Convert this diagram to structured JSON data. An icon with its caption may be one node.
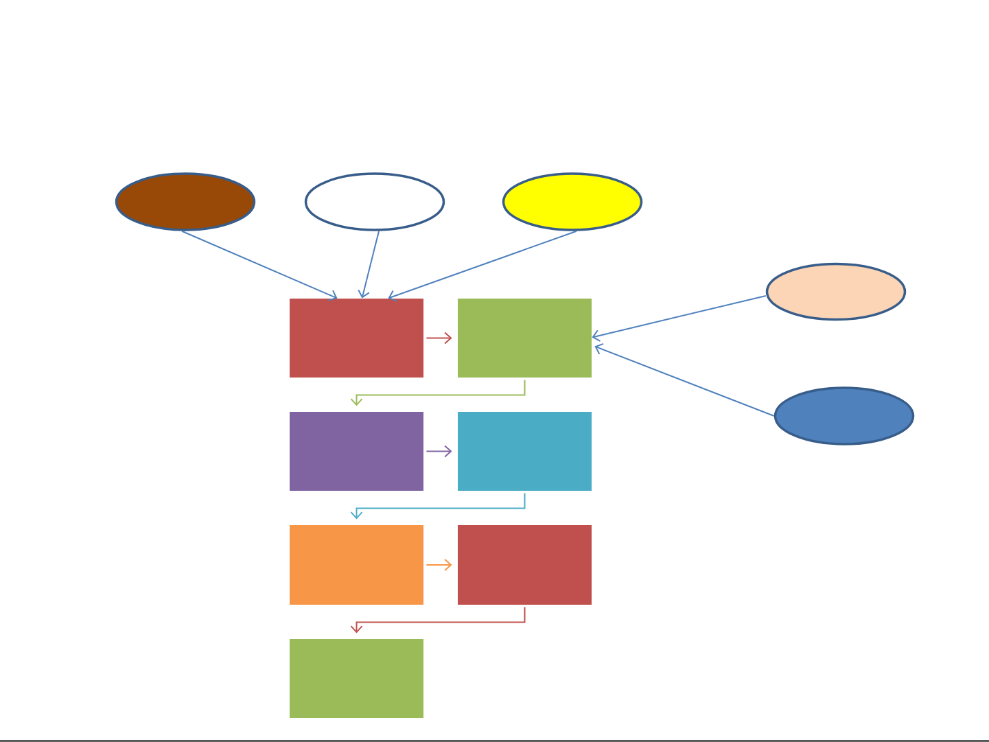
{
  "diagram": {
    "nodes": [
      {
        "text": [],
        "shape": "ellipse"
      },
      {
        "text": [],
        "shape": "ellipse"
      },
      {
        "text": [],
        "shape": "ellipse"
      },
      {
        "text": [],
        "shape": "ellipse"
      },
      {
        "text": [],
        "shape": "box"
      },
      {
        "text": [],
        "shape": "box"
      },
      {
        "text": [],
        "shape": "ellipse"
      },
      {
        "text": [],
        "shape": "box"
      },
      {
        "text": [],
        "shape": "box"
      },
      {
        "text": [],
        "shape": "box"
      },
      {
        "text": [],
        "shape": "box"
      },
      {
        "text": [],
        "shape": "box"
      }
    ],
    "edges": [
      {
        "from": 0,
        "to": 4,
        "arrow": "to"
      },
      {
        "from": 1,
        "to": 4,
        "arrow": "to"
      },
      {
        "from": 2,
        "to": 4,
        "arrow": "to"
      },
      {
        "from": 4,
        "to": 5,
        "arrow": "to",
        "color": "#c0504d"
      },
      {
        "from": 3,
        "to": 5,
        "arrow": "to"
      },
      {
        "from": 6,
        "to": 5,
        "arrow": "to"
      },
      {
        "from": 5,
        "to": 7,
        "arrow": "to",
        "color": "#9bbb59"
      },
      {
        "from": 7,
        "to": 8,
        "arrow": "to",
        "color": "#8064a2"
      },
      {
        "from": 8,
        "to": 9,
        "arrow": "to",
        "color": "#4bacc6"
      },
      {
        "from": 9,
        "to": 10,
        "arrow": "to",
        "color": "#f79646"
      },
      {
        "from": 10,
        "to": 11,
        "arrow": "to",
        "color": "#c0504d"
      }
    ]
  }
}
